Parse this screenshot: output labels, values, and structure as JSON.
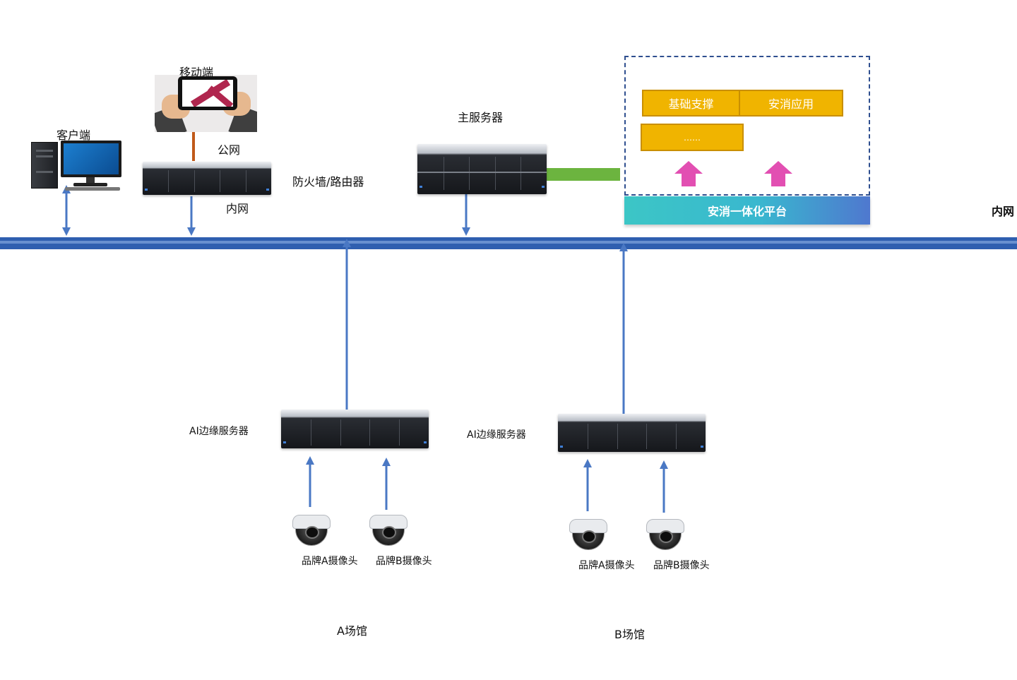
{
  "labels": {
    "mobile": "移动端",
    "client": "客户端",
    "public_net": "公网",
    "firewall_router": "防火墙/路由器",
    "intranet_small": "内网",
    "main_server": "主服务器",
    "intranet_right": "内网",
    "ai_edge_a": "AI边缘服务器",
    "ai_edge_b": "AI边缘服务器",
    "cam_a1": "品牌A摄像头",
    "cam_a2": "品牌B摄像头",
    "cam_b1": "品牌A摄像头",
    "cam_b2": "品牌B摄像头",
    "venue_a": "A场馆",
    "venue_b": "B场馆"
  },
  "platform": {
    "box1": "基础支撑",
    "box2": "安消应用",
    "box3": "……",
    "bar": "安消一体化平台"
  },
  "colors": {
    "bus": "#2f5fb0",
    "arrow": "#4a78c4",
    "green_arrow": "#6cb43f",
    "pink_arrow": "#e24fb2",
    "link_orange": "#c05a1a",
    "box_fill": "#f0b400"
  },
  "icons": {
    "server": "server-rack-icon",
    "camera": "dome-camera-icon",
    "pc": "desktop-computer-icon",
    "mobile": "tablet-hands-icon"
  }
}
